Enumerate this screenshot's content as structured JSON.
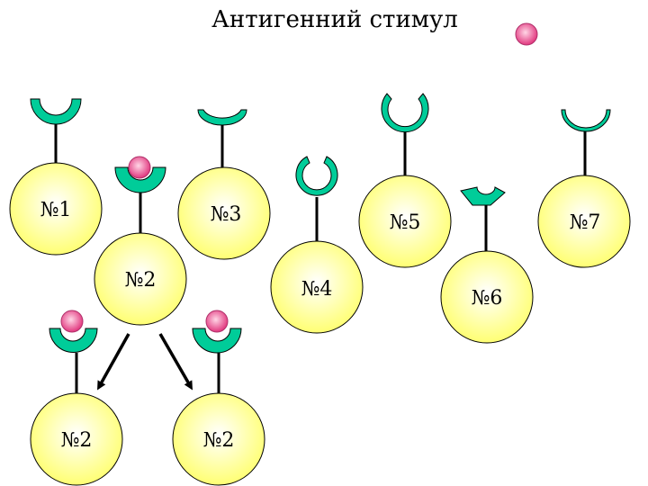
{
  "title": "Антигенний стимул",
  "colors": {
    "cell_fill_center": "#ffffff",
    "cell_fill_edge": "#ffff66",
    "receptor": "#00cc99",
    "antigen_center": "#ffd6e6",
    "antigen_edge": "#e0307a"
  },
  "cells": [
    {
      "label": "№1"
    },
    {
      "label": "№2"
    },
    {
      "label": "№3"
    },
    {
      "label": "№4"
    },
    {
      "label": "№5"
    },
    {
      "label": "№6"
    },
    {
      "label": "№7"
    },
    {
      "label": "№2"
    },
    {
      "label": "№2"
    }
  ],
  "icons": {
    "antigen": "antigen-icon",
    "receptor": "receptor-icon",
    "arrow": "arrow-icon"
  }
}
